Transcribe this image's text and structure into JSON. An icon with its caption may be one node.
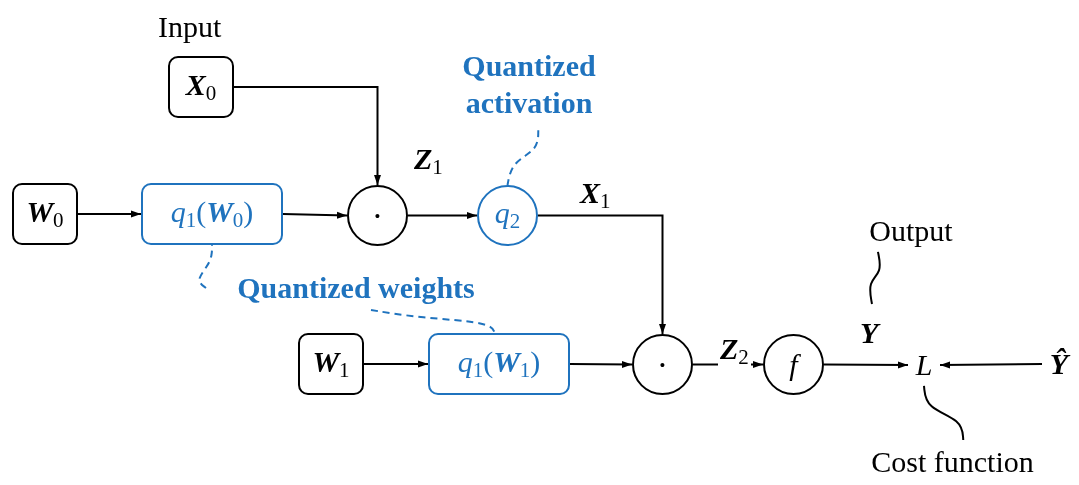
{
  "diagram": {
    "nodes": [
      {
        "text": [
          "**X**$_{0}$"
        ],
        "beside": [
          "Input"
        ]
      },
      {
        "text": [
          "**W**$_{0}$"
        ]
      },
      {
        "text": [
          "*q*$_{1}$(**W**$_{0}$)"
        ]
      },
      {
        "text": [
          "·"
        ]
      },
      {
        "text": [
          "*q*$_{2}$"
        ]
      },
      {
        "text": [
          "**W**$_{1}$"
        ]
      },
      {
        "text": [
          "*q*$_{1}$(**W**$_{1}$)"
        ]
      },
      {
        "text": [
          "·"
        ]
      },
      {
        "text": [
          "*f*"
        ]
      },
      {
        "text": [
          "L"
        ]
      },
      {
        "text": [
          "Ŷ"
        ]
      },
      {
        "text": [
          "Quantized activation"
        ]
      },
      {
        "text": [
          "Quantized weights"
        ]
      },
      {
        "text": [
          "Output"
        ]
      },
      {
        "text": [
          "Cost function"
        ]
      }
    ],
    "edges": [
      {
        "from": 0,
        "to": 3,
        "arrow": "to"
      },
      {
        "from": 1,
        "to": 2,
        "arrow": "to"
      },
      {
        "from": 2,
        "to": 3,
        "arrow": "to"
      },
      {
        "from": 3,
        "to": 4,
        "arrow": "to",
        "label": "**Z**$_{1}$"
      },
      {
        "from": 4,
        "to": 7,
        "arrow": "to",
        "label": "**X**$_{1}$"
      },
      {
        "from": 5,
        "to": 6,
        "arrow": "to"
      },
      {
        "from": 6,
        "to": 7,
        "arrow": "to"
      },
      {
        "from": 7,
        "to": 8,
        "arrow": "to",
        "label": "**Z**$_{2}$"
      },
      {
        "from": 8,
        "to": 9,
        "arrow": "to",
        "label": "**Y**"
      },
      {
        "from": 10,
        "to": 9,
        "arrow": "to"
      },
      {
        "from": 11,
        "to": 4,
        "arrow": "none",
        "style": "dashed",
        "color": "#1f73be"
      },
      {
        "from": 12,
        "to": 2,
        "arrow": "none",
        "style": "dashed",
        "color": "#1f73be"
      },
      {
        "from": 12,
        "to": 6,
        "arrow": "none",
        "style": "dashed",
        "color": "#1f73be"
      },
      {
        "from": 13,
        "to": null,
        "arrow": "none"
      },
      {
        "from": 14,
        "to": 9,
        "arrow": "none"
      }
    ]
  }
}
